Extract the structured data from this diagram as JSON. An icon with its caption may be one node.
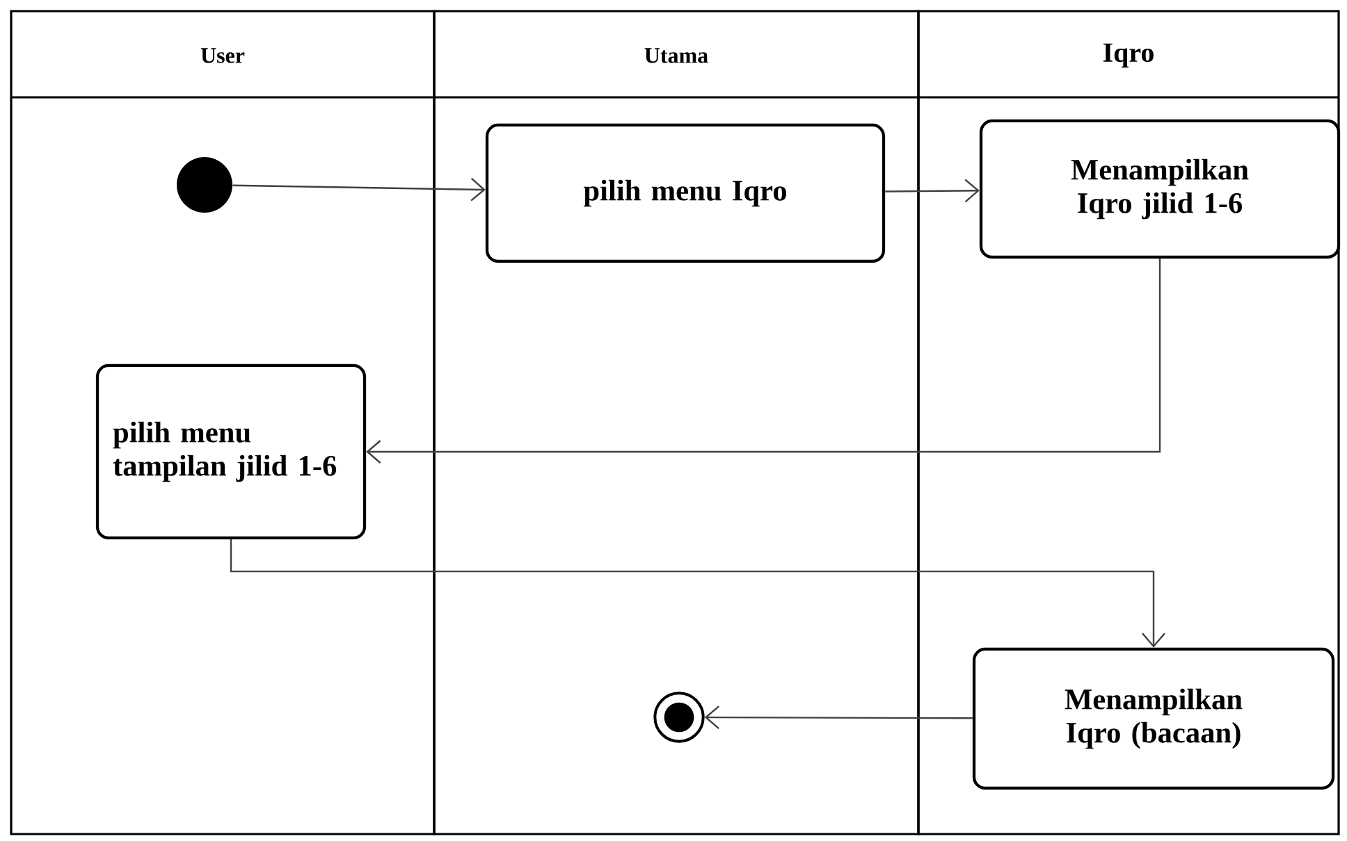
{
  "diagram": {
    "nodes": [
      {
        "text": [
          "User"
        ]
      },
      {
        "text": [
          "Utama"
        ]
      },
      {
        "text": [
          "Iqro"
        ]
      },
      {
        "text": [],
        "shape": "circle",
        "in": 0
      },
      {
        "text": [
          "pilih menu Iqro"
        ],
        "in": 1
      },
      {
        "text": [
          "Menampilkan Iqro jilid 1-6"
        ],
        "in": 2
      },
      {
        "text": [
          "pilih menu tampilan jilid 1-6"
        ],
        "in": 0
      },
      {
        "text": [
          "Menampilkan Iqro (bacaan)"
        ],
        "in": 2
      },
      {
        "text": [],
        "shape": "circle",
        "in": 1
      }
    ],
    "edges": [
      {
        "from": 3,
        "to": 4,
        "arrow": "to"
      },
      {
        "from": 4,
        "to": 5,
        "arrow": "to"
      },
      {
        "from": 5,
        "to": 6,
        "arrow": "to"
      },
      {
        "from": 6,
        "to": 7,
        "arrow": "to"
      },
      {
        "from": 7,
        "to": 8,
        "arrow": "to"
      }
    ]
  }
}
